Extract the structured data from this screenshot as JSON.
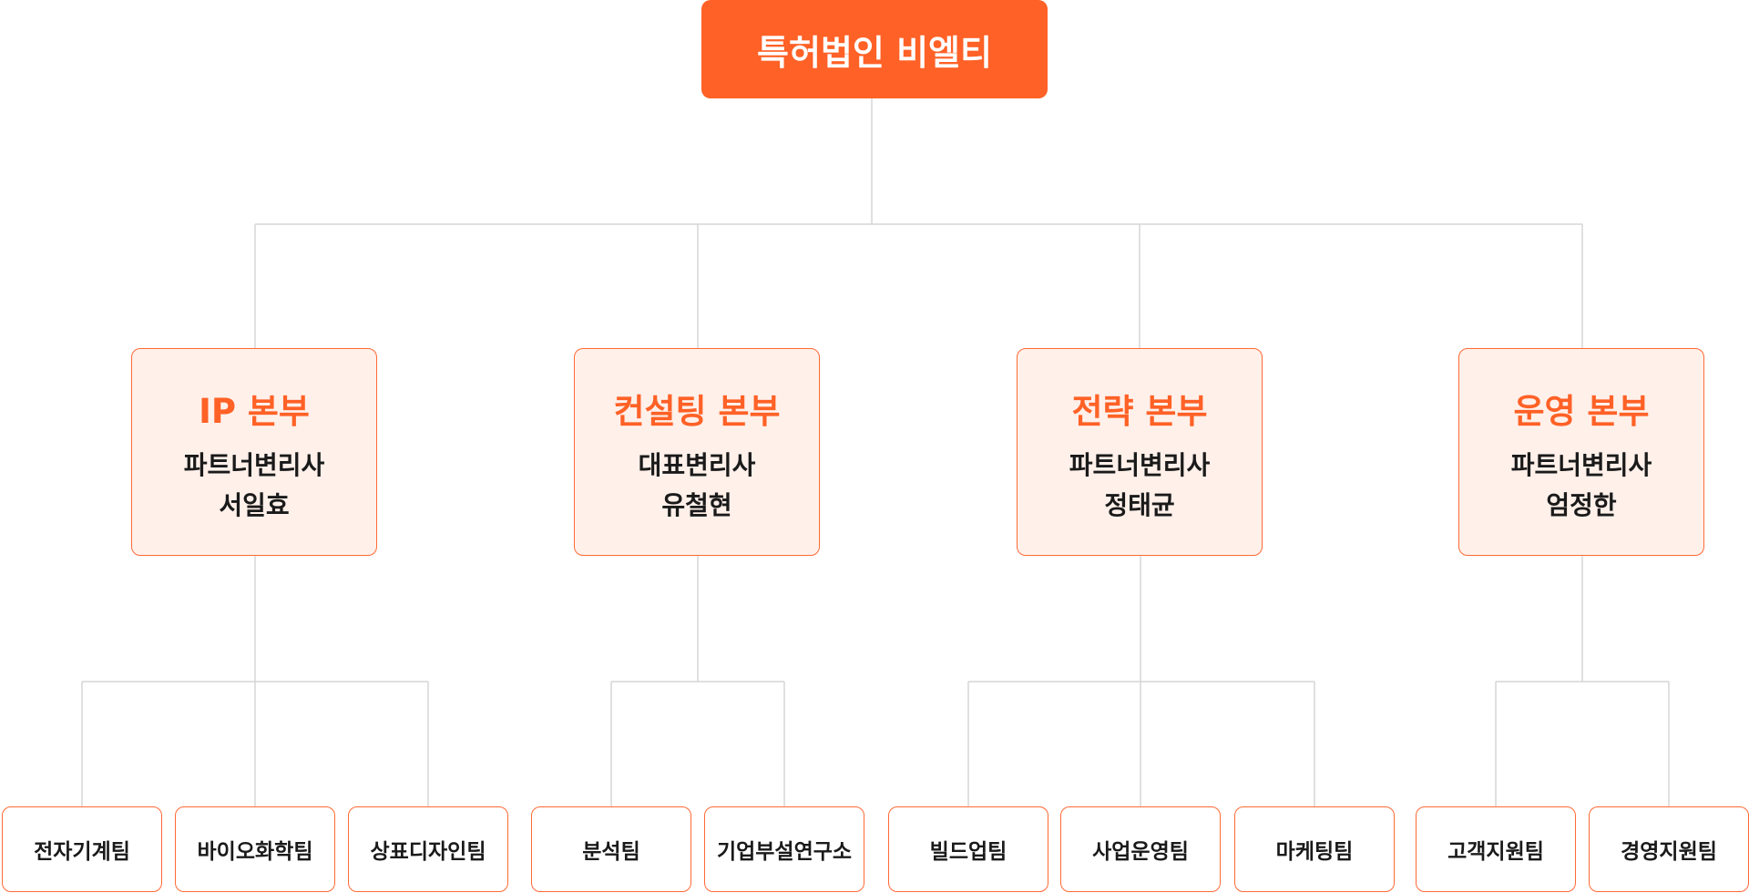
{
  "root": {
    "label": "특허법인 비엘티"
  },
  "colors": {
    "accent": "#ff6126",
    "division_bg": "#fff0ea",
    "division_border": "#ff6a35",
    "connector": "#d6d6d6",
    "text": "#1a1a1a"
  },
  "divisions": [
    {
      "title": "IP 본부",
      "role": "파트너변리사",
      "name": "서일효",
      "teams": [
        "전자기계팀",
        "바이오화학팀",
        "상표디자인팀"
      ]
    },
    {
      "title": "컨설팅 본부",
      "role": "대표변리사",
      "name": "유철현",
      "teams": [
        "분석팀",
        "기업부설연구소"
      ]
    },
    {
      "title": "전략 본부",
      "role": "파트너변리사",
      "name": "정태균",
      "teams": [
        "빌드업팀",
        "사업운영팀",
        "마케팅팀"
      ]
    },
    {
      "title": "운영 본부",
      "role": "파트너변리사",
      "name": "엄정한",
      "teams": [
        "고객지원팀",
        "경영지원팀"
      ]
    }
  ]
}
